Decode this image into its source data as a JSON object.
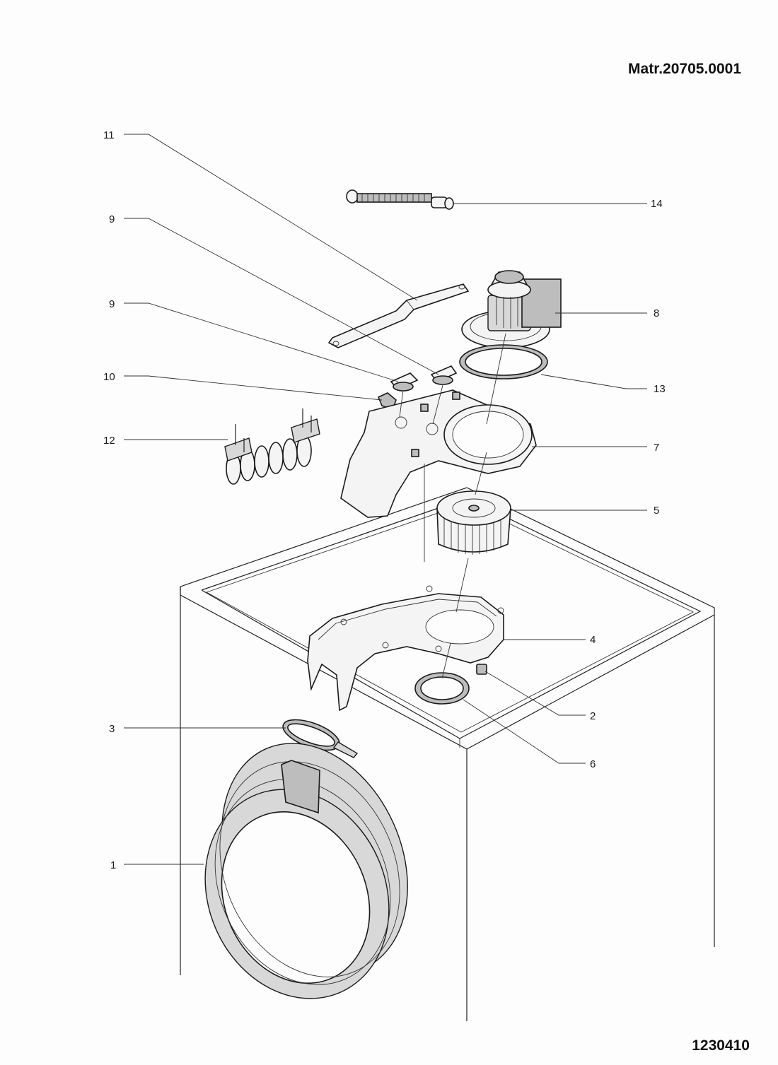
{
  "header": {
    "material_number": "Matr.20705.0001"
  },
  "footer": {
    "document_number": "1230410"
  },
  "callouts": [
    "11",
    "14",
    "9",
    "8",
    "9",
    "10",
    "13",
    "12",
    "7",
    "5",
    "4",
    "2",
    "3",
    "6",
    "1"
  ]
}
